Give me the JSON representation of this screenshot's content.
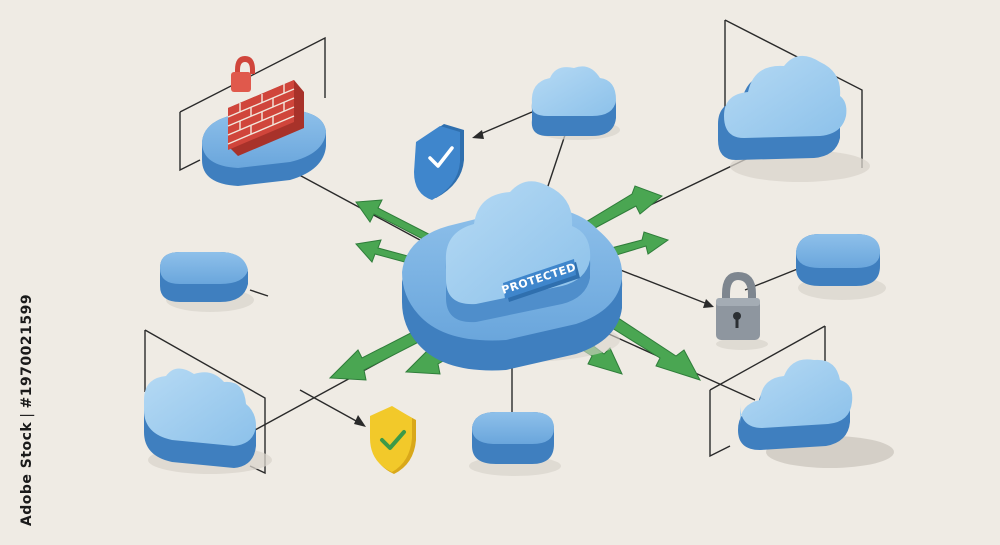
{
  "diagram": {
    "center_label": "PROTECTED",
    "colors": {
      "background": "#efebe4",
      "cloud_light": "#9ecbee",
      "cloud_mid": "#6aa6dc",
      "cloud_dark": "#3f7fbf",
      "arrow_green": "#4aa652",
      "arrow_green_dark": "#2f7d3a",
      "firewall_red": "#d0453b",
      "shield_blue": "#3f7fbf",
      "shield_yellow": "#f2c92a",
      "check_green": "#3c9a48",
      "lock_gray": "#8e969f",
      "line": "#2a2a2a"
    },
    "icons": [
      "firewall-icon",
      "padlock-icon",
      "shield-check-icon",
      "padlock-icon",
      "shield-check-icon"
    ]
  },
  "credit": {
    "source": "Adobe Stock",
    "separator": "|",
    "id": "#1970021599"
  }
}
